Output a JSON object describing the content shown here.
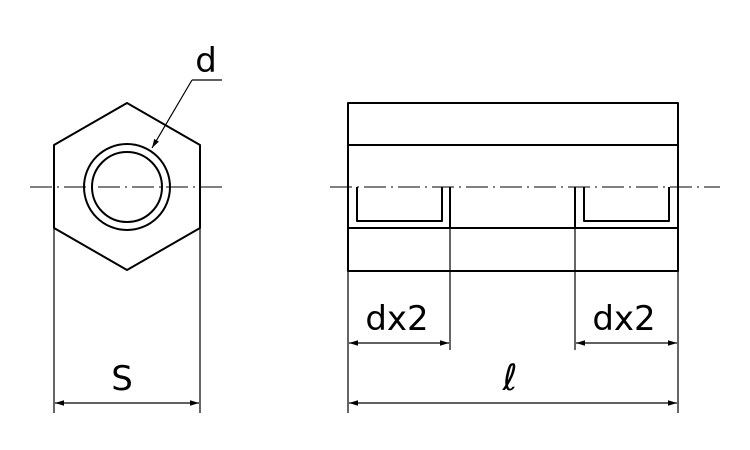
{
  "labels": {
    "thread_diameter": "d",
    "across_flats": "S",
    "thread_depth_left": "dx2",
    "thread_depth_right": "dx2",
    "length": "ℓ"
  },
  "colors": {
    "line": "#000000",
    "background": "#ffffff"
  }
}
